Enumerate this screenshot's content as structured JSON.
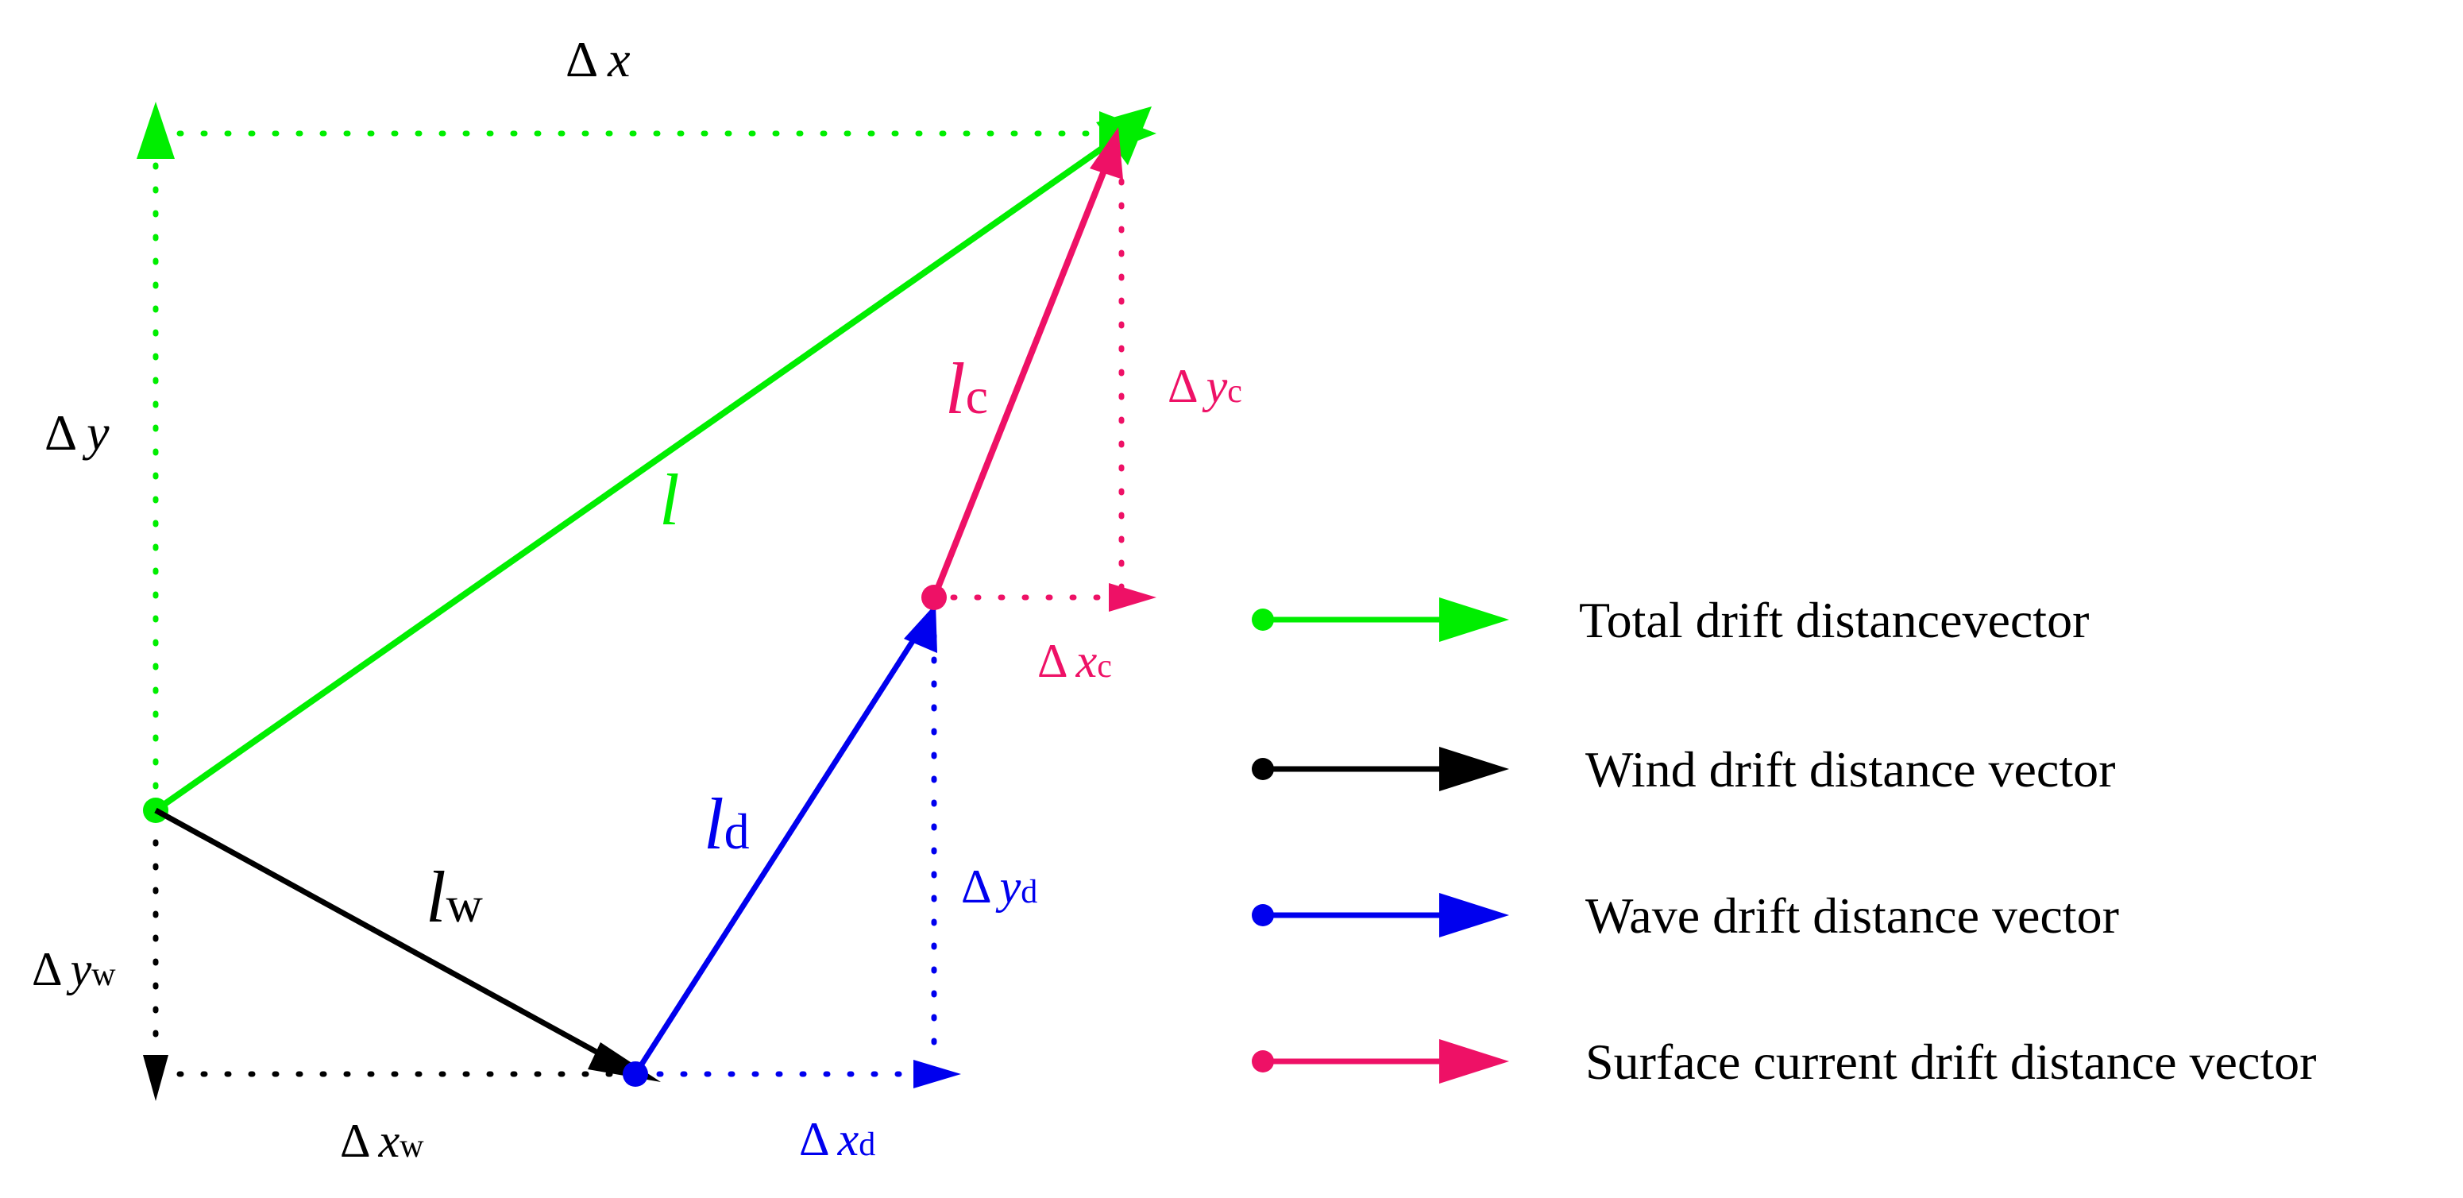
{
  "colors": {
    "total": "#00ee00",
    "wind": "#000000",
    "wave": "#0000ee",
    "current": "#ee1166"
  },
  "labels": {
    "delta": "Δ",
    "x": "x",
    "y": "y",
    "l": "l",
    "sub_w": "w",
    "sub_d": "d",
    "sub_c": "c"
  },
  "legend": {
    "items": [
      {
        "label": "Total drift distancevector",
        "color": "total"
      },
      {
        "label": "Wind drift distance vector",
        "color": "wind"
      },
      {
        "label": "Wave drift distance vector",
        "color": "wave"
      },
      {
        "label": "Surface current drift distance vector",
        "color": "current"
      }
    ]
  }
}
